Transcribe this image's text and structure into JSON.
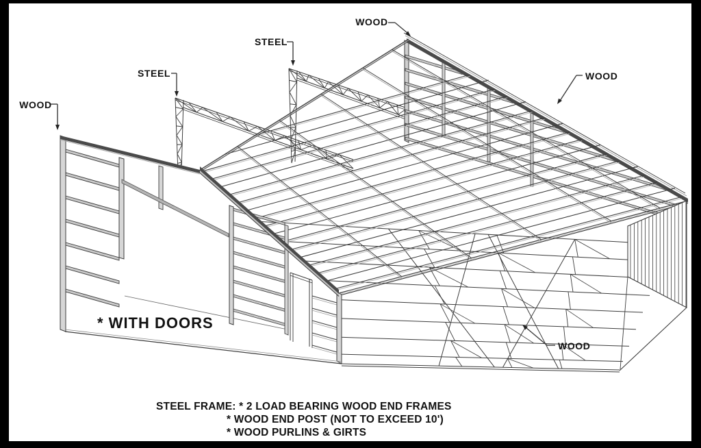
{
  "title_note": "* WITH DOORS",
  "labels": {
    "wood_left": "WOOD",
    "steel_left": "STEEL",
    "steel_mid": "STEEL",
    "wood_top": "WOOD",
    "wood_right": "WOOD",
    "wood_bottom": "WOOD"
  },
  "caption": {
    "line1": "STEEL FRAME: * 2 LOAD BEARING WOOD END FRAMES",
    "line2": "* WOOD END POST (NOT TO EXCEED 10')",
    "line3": "* WOOD PURLINS & GIRTS"
  },
  "colors": {
    "background": "#000000",
    "canvas": "#ffffff",
    "line": "#3b3b3b",
    "band": "#4a4a4a",
    "shade": "#c9c9c9",
    "light": "#b0b0b0",
    "text": "#111111"
  }
}
